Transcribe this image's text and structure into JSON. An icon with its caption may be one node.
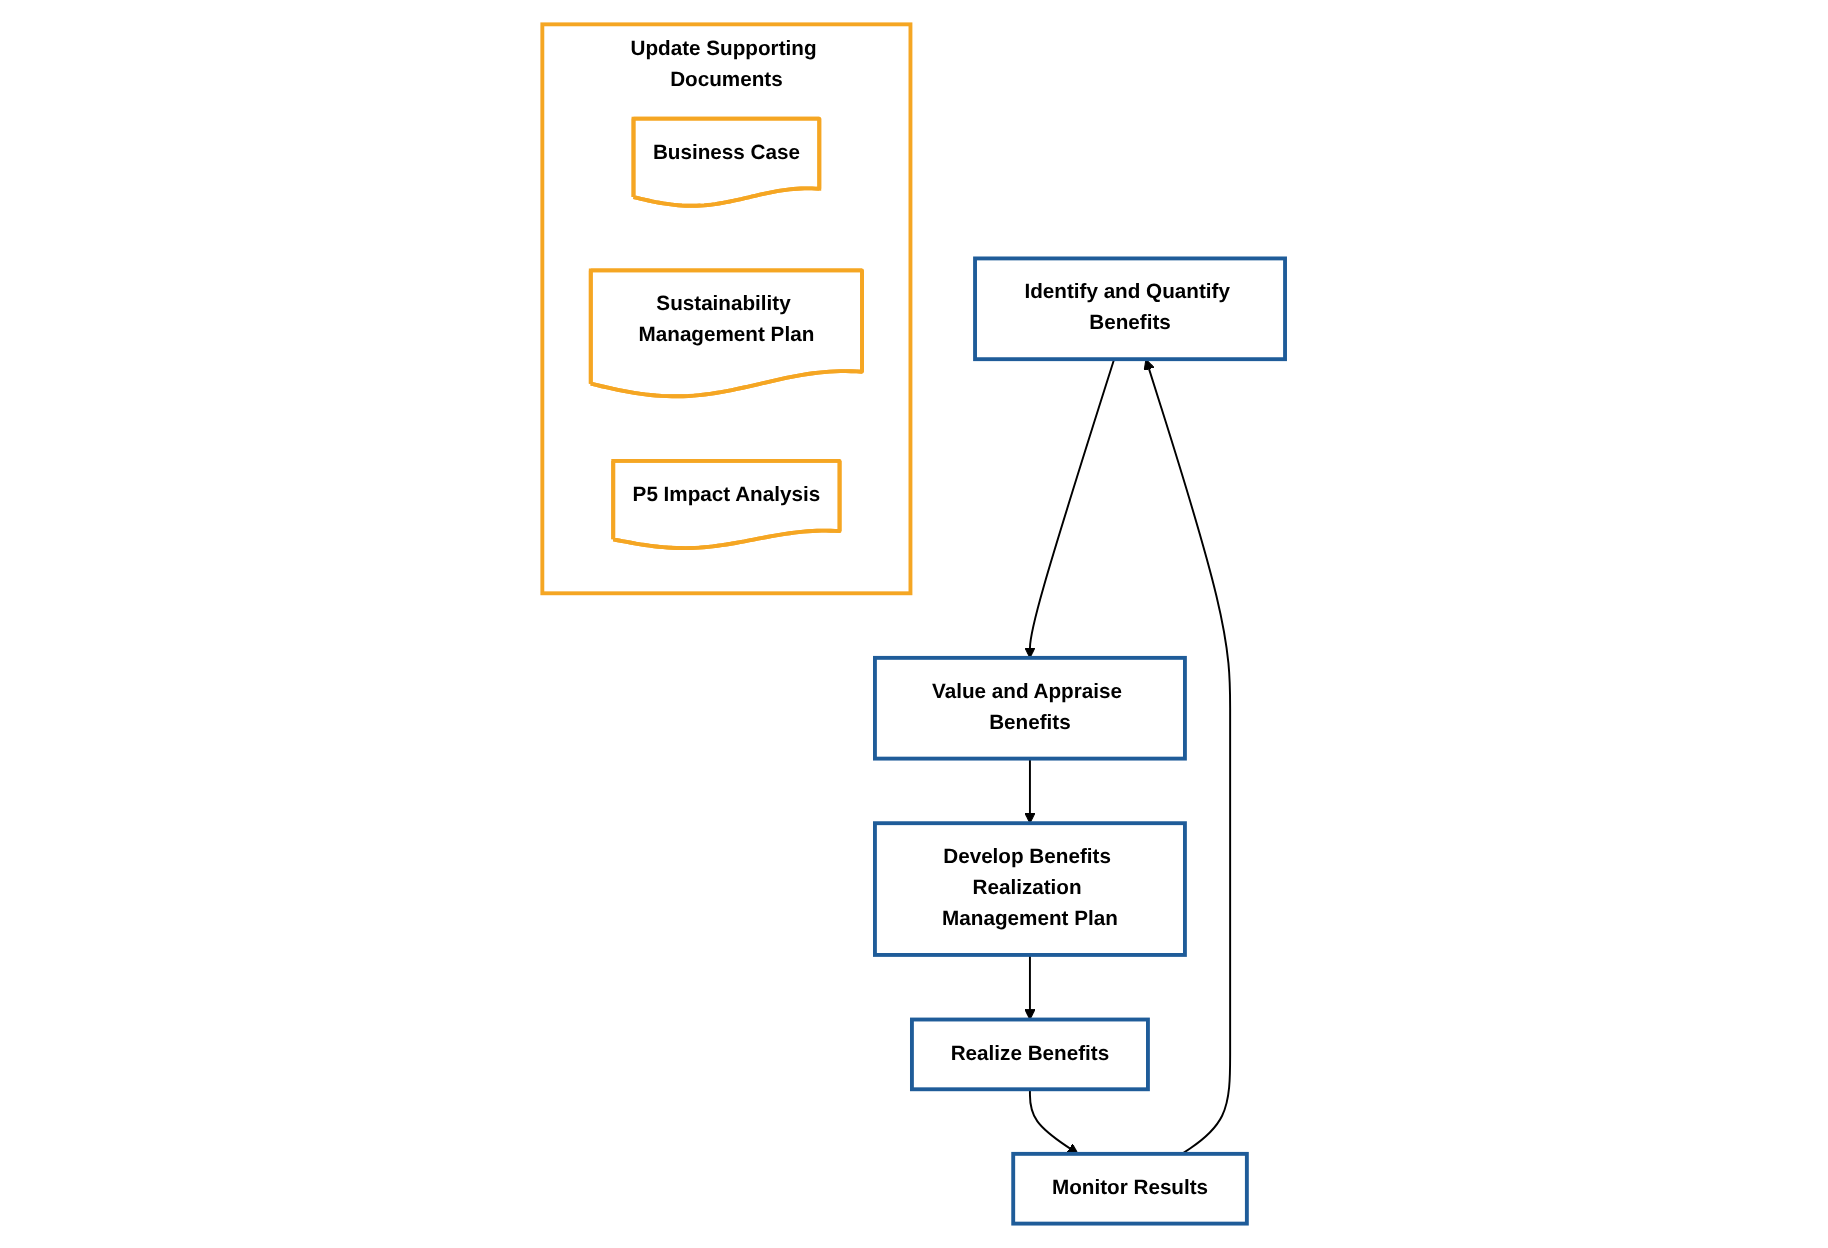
{
  "diagram": {
    "nodes": [
      {
        "text": [
          "Identify and Quantify Benefits"
        ]
      },
      {
        "text": [
          "Value and Appraise Benefits"
        ]
      },
      {
        "text": [
          "Develop Benefits Realization Management Plan"
        ]
      },
      {
        "text": [
          "Realize Benefits"
        ]
      },
      {
        "text": [
          "Monitor Results"
        ]
      },
      {
        "text": [
          "Update Supporting Documents"
        ]
      },
      {
        "text": [
          "Business Case"
        ],
        "in": 5
      },
      {
        "text": [
          "Sustainability Management Plan"
        ],
        "in": 5
      },
      {
        "text": [
          "P5 Impact Analysis"
        ],
        "in": 5
      }
    ],
    "edges": [
      {
        "from": 0,
        "to": 1,
        "arrow": "to"
      },
      {
        "from": 1,
        "to": 2,
        "arrow": "to"
      },
      {
        "from": 2,
        "to": 3,
        "arrow": "to"
      },
      {
        "from": 3,
        "to": 4,
        "arrow": "to"
      },
      {
        "from": 4,
        "to": 0,
        "arrow": "to"
      }
    ]
  }
}
